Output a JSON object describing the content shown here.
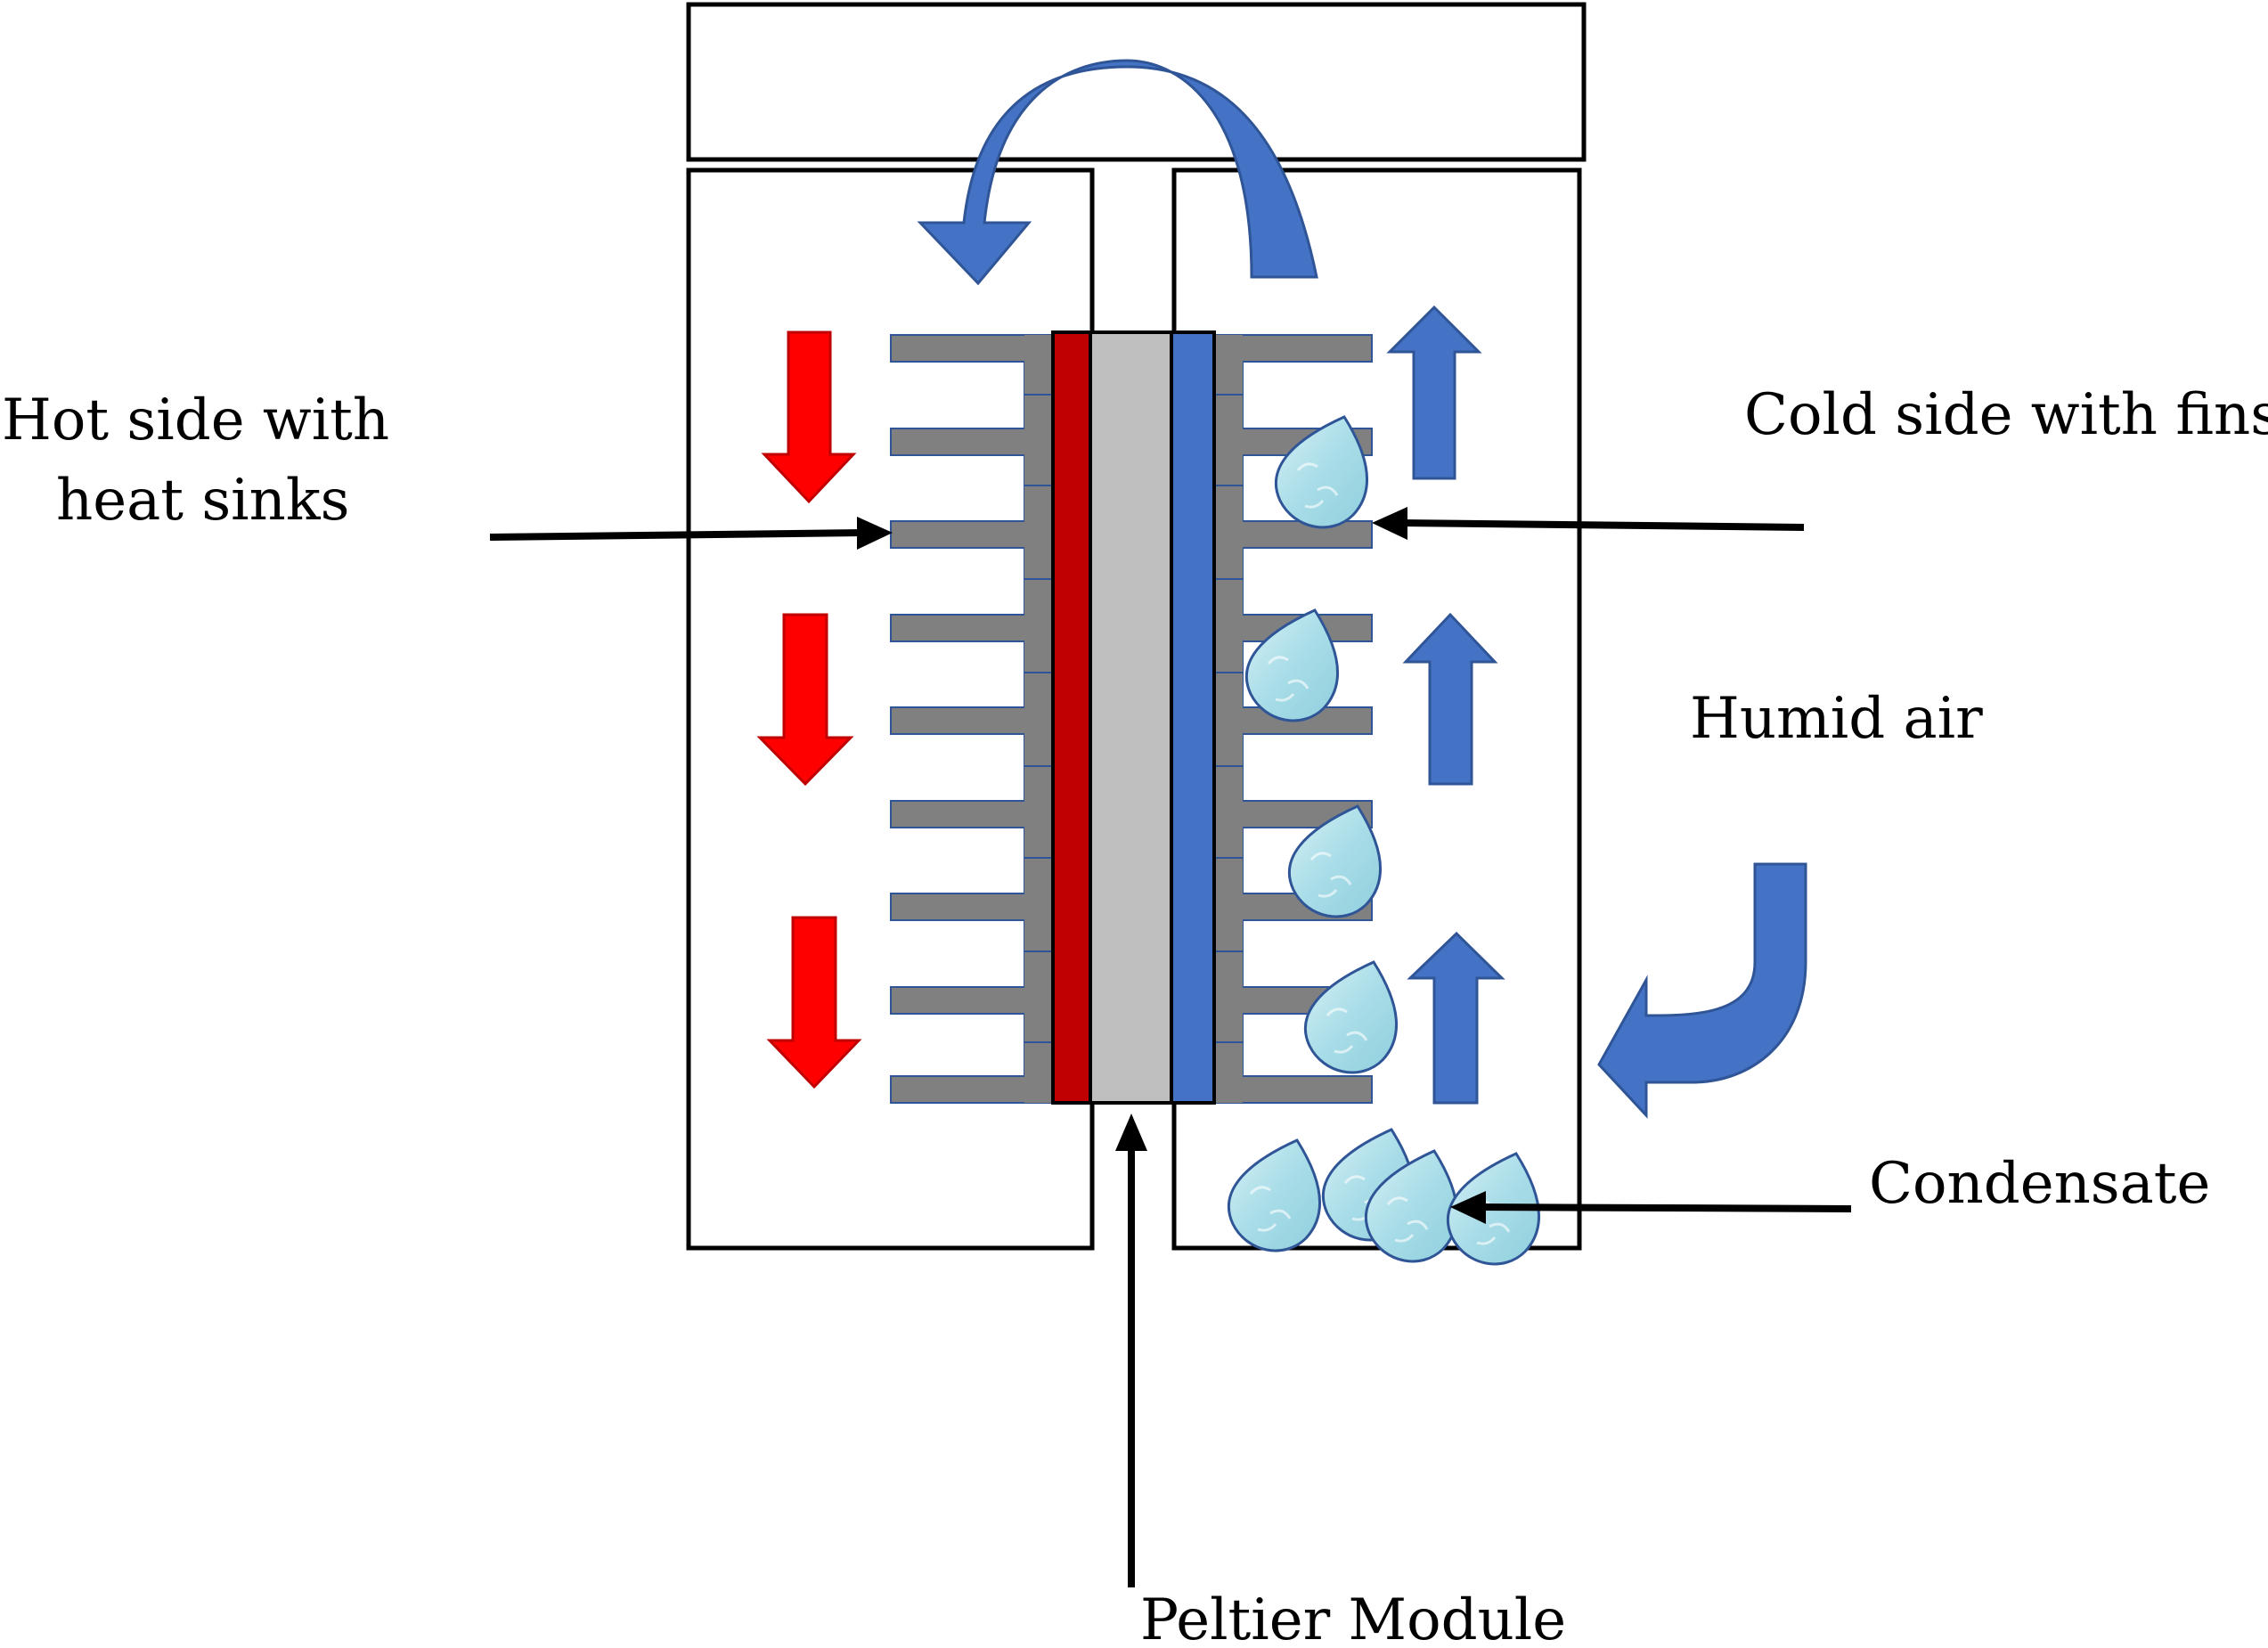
{
  "labels": {
    "hot_side_line1": "Hot side with",
    "hot_side_line2": "heat sinks",
    "cold_side": "Cold side with fins",
    "humid_air": "Humid air",
    "condensate": "Condensate",
    "peltier": "Peltier Module"
  },
  "colors": {
    "hot_plate": "#c00000",
    "cold_plate": "#4472c4",
    "peltier_core": "#bfbfbf",
    "fins": "#808080",
    "hot_arrow": "#ff0000",
    "air_arrow": "#4472c4",
    "droplet": "#a9dde8",
    "outline": "#000000"
  },
  "icons": {
    "hot_flow": "arrow-down-icon",
    "cold_flow": "arrow-up-icon",
    "recirculation": "curved-arrow-icon",
    "inlet": "curved-arrow-icon",
    "water": "droplet-icon"
  }
}
